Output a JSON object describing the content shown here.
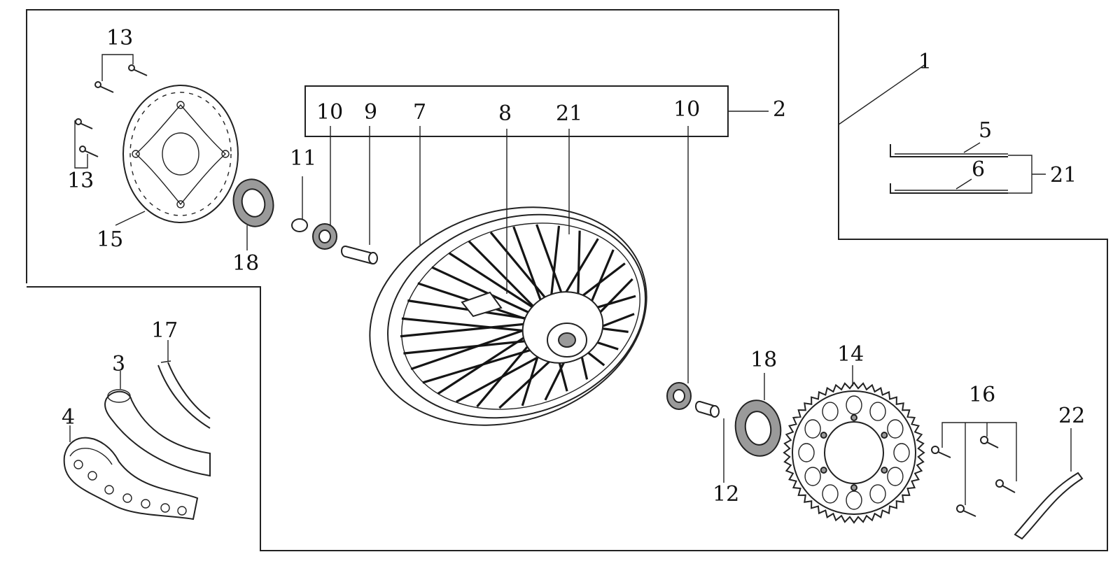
{
  "callouts": {
    "c1": "1",
    "c2": "2",
    "c3": "3",
    "c4": "4",
    "c5": "5",
    "c6": "6",
    "c7": "7",
    "c8": "8",
    "c9": "9",
    "c10a": "10",
    "c10b": "10",
    "c11": "11",
    "c12": "12",
    "c13a": "13",
    "c13b": "13",
    "c14": "14",
    "c15": "15",
    "c16": "16",
    "c17": "17",
    "c18a": "18",
    "c18b": "18",
    "c21a": "21",
    "c21b": "21",
    "c22": "22"
  },
  "colors": {
    "line": "#222222",
    "background": "#ffffff"
  }
}
